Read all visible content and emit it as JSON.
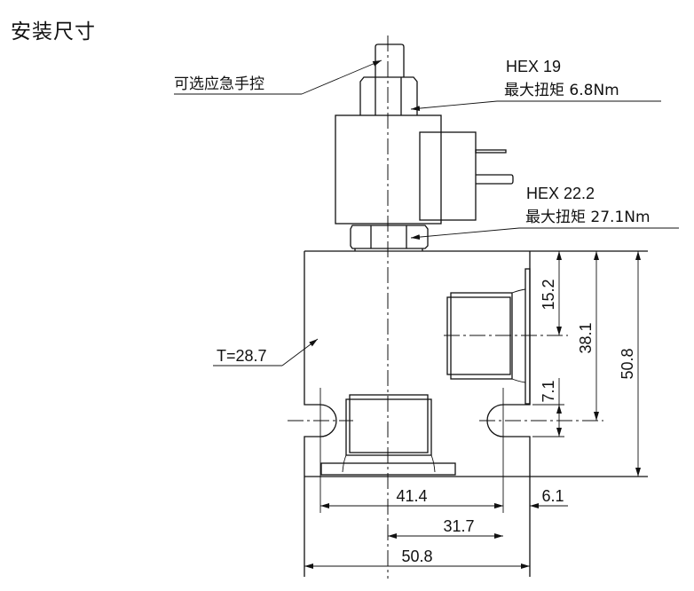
{
  "title": "安装尺寸",
  "callouts": {
    "manual_override": "可选应急手控",
    "hex_top": "HEX 19",
    "torque_top": "最大扭矩 6.8Nm",
    "hex_bottom": "HEX 22.2",
    "torque_bottom": "最大扭矩 27.1Nm",
    "thickness": "T=28.7"
  },
  "dimensions": {
    "port_offset_top": "15.2",
    "port_to_mount": "38.1",
    "height": "50.8",
    "mount_to_flange": "7.1",
    "mount_spacing": "41.4",
    "edge_to_mount": "6.1",
    "center_to_mount": "31.7",
    "width": "50.8"
  }
}
